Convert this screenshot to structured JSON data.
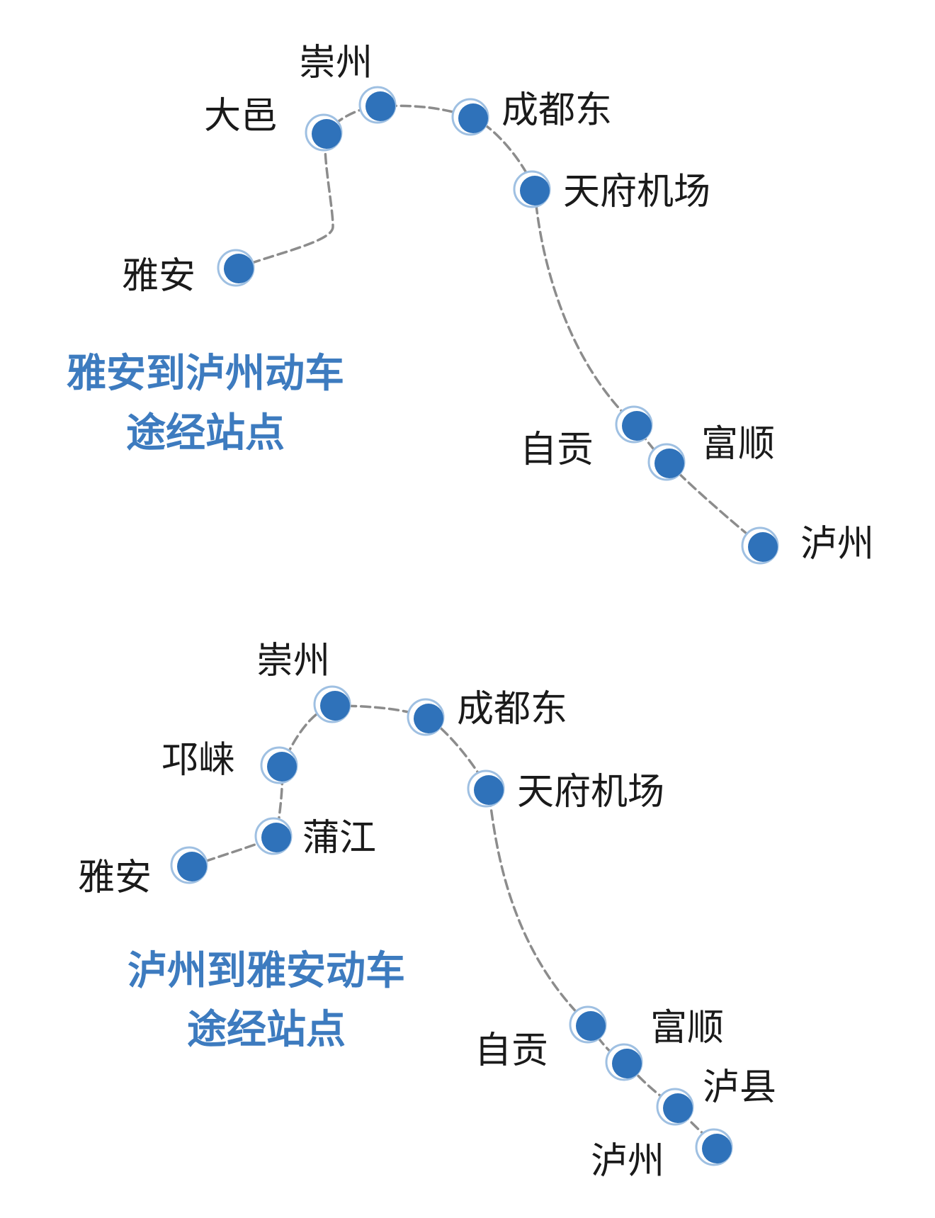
{
  "maps": [
    {
      "caption": [
        "雅安到泸州动车",
        "途经站点"
      ],
      "stations": [
        {
          "id": "yaan",
          "label": "雅安"
        },
        {
          "id": "dayi",
          "label": "大邑"
        },
        {
          "id": "chongzhou",
          "label": "崇州"
        },
        {
          "id": "chengdudong",
          "label": "成都东"
        },
        {
          "id": "tianfu",
          "label": "天府机场"
        },
        {
          "id": "zigong",
          "label": "自贡"
        },
        {
          "id": "fushun",
          "label": "富顺"
        },
        {
          "id": "luzhou",
          "label": "泸州"
        }
      ]
    },
    {
      "caption": [
        "泸州到雅安动车",
        "途经站点"
      ],
      "stations": [
        {
          "id": "yaan",
          "label": "雅安"
        },
        {
          "id": "pujiang",
          "label": "蒲江"
        },
        {
          "id": "qionglai",
          "label": "邛崃"
        },
        {
          "id": "chongzhou",
          "label": "崇州"
        },
        {
          "id": "chengdudong",
          "label": "成都东"
        },
        {
          "id": "tianfu",
          "label": "天府机场"
        },
        {
          "id": "zigong",
          "label": "自贡"
        },
        {
          "id": "fushun",
          "label": "富顺"
        },
        {
          "id": "luxian",
          "label": "泸县"
        },
        {
          "id": "luzhou",
          "label": "泸州"
        }
      ]
    }
  ],
  "colors": {
    "station": "#2f72ba",
    "halo": "#9fc0e2",
    "line": "#8c8c8c",
    "caption": "#3d7bbf",
    "label": "#1a1a1a"
  }
}
